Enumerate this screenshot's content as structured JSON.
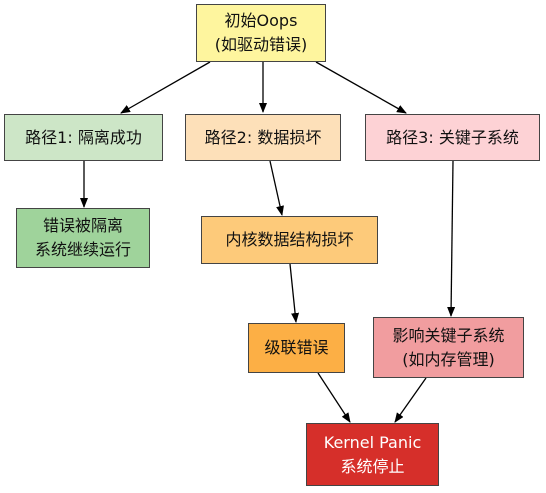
{
  "nodes": {
    "oops": {
      "line1": "初始Oops",
      "line2": "(如驱动错误)",
      "color": "#fef59e"
    },
    "path1": {
      "line1": "路径1: 隔离成功",
      "color": "#cde6c7"
    },
    "path2": {
      "line1": "路径2: 数据损坏",
      "color": "#fde0b9"
    },
    "path3": {
      "line1": "路径3: 关键子系统",
      "color": "#fdd2d5"
    },
    "isolated": {
      "line1": "错误被隔离",
      "line2": "系统继续运行",
      "color": "#9fd39b"
    },
    "corrupt": {
      "line1": "内核数据结构损坏",
      "color": "#fdca7a"
    },
    "cascade": {
      "line1": "级联错误",
      "color": "#fcaf45"
    },
    "critical": {
      "line1": "影响关键子系统",
      "line2": "(如内存管理)",
      "color": "#f19d9f"
    },
    "panic": {
      "line1": "Kernel Panic",
      "line2": "系统停止",
      "color": "#d62f2a"
    }
  },
  "edges": [
    [
      "oops",
      "path1"
    ],
    [
      "oops",
      "path2"
    ],
    [
      "oops",
      "path3"
    ],
    [
      "path1",
      "isolated"
    ],
    [
      "path2",
      "corrupt"
    ],
    [
      "corrupt",
      "cascade"
    ],
    [
      "path3",
      "critical"
    ],
    [
      "cascade",
      "panic"
    ],
    [
      "critical",
      "panic"
    ]
  ]
}
